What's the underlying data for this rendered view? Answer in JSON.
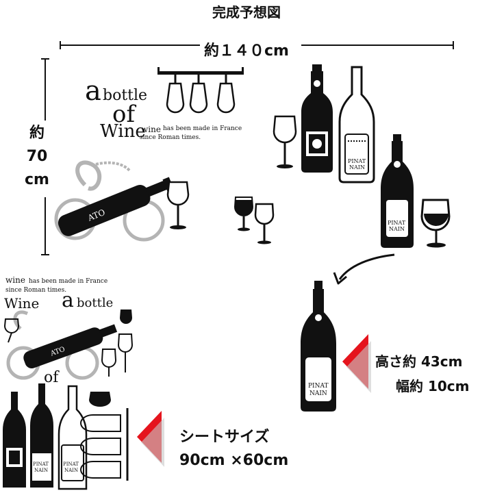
{
  "title": "完成予想図",
  "dimensions": {
    "width_label": "約１４０cm",
    "height_label": "約\n70\ncm"
  },
  "preview": {
    "text_a": "a",
    "text_bottle": "bottle",
    "text_of": "of",
    "text_wine": "Wine",
    "text_wine_small": "wine",
    "text_line1": "has been made in France",
    "text_line2": "since Roman times.",
    "label_ato": "ATO",
    "label_pinat": "PINAT",
    "label_nain": "NAIN"
  },
  "sheet": {
    "text_wine_small": "wine",
    "text_line1": "has been made in France",
    "text_line2": "since Roman times.",
    "text_wine": "Wine",
    "text_a": "a",
    "text_bottle": "bottle",
    "text_of": "of",
    "label_ato": "ATO",
    "label_pinat": "PINAT",
    "label_nain": "NAIN",
    "size_title": "シートサイズ",
    "size_value": "90cm ×60cm"
  },
  "single_bottle": {
    "label_pinat": "PINAT",
    "label_nain": "NAIN",
    "height_label": "高さ約 43cm",
    "width_label": "幅約 10cm"
  },
  "colors": {
    "ink": "#111111",
    "gray": "#b4b4b4",
    "accent_red": "#e5141d"
  }
}
